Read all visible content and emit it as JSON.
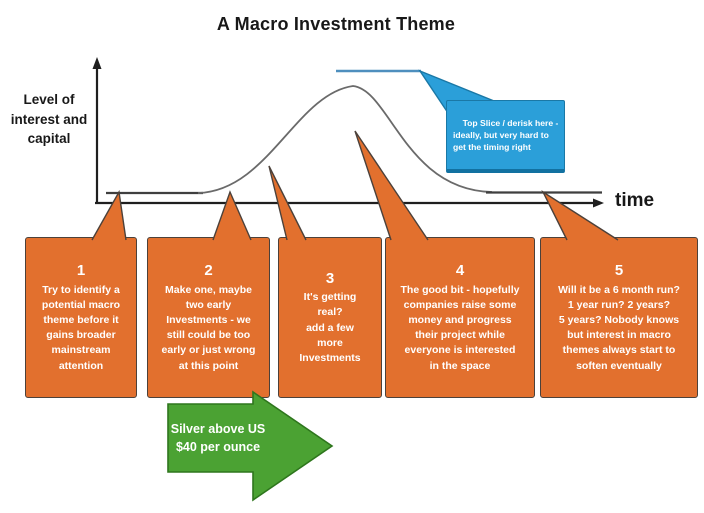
{
  "title": "A Macro Investment Theme",
  "axes": {
    "y_label": "Level of\ninterest and\ncapital",
    "x_label": "time"
  },
  "callouts": {
    "top_slice": {
      "text": "Top Slice / derisk here -\nideally, but very hard to\nget the timing right"
    },
    "steps": [
      {
        "number": "1",
        "text": "Try to identify a\npotential macro\ntheme before it\ngains broader\nmainstream\nattention"
      },
      {
        "number": "2",
        "text": "Make one, maybe\ntwo early\nInvestments - we\nstill could be too\nearly or just wrong\nat this point"
      },
      {
        "number": "3",
        "text": "It's getting\nreal?\nadd a few\nmore\nInvestments"
      },
      {
        "number": "4",
        "text": "The good bit - hopefully\ncompanies raise some\nmoney and progress\ntheir project while\neveryone is interested\nin the space"
      },
      {
        "number": "5",
        "text": "Will it be a 6 month run?\n1 year run? 2 years?\n5 years? Nobody knows\nbut interest in macro\nthemes always start to\nsoften eventually"
      }
    ]
  },
  "green_arrow": {
    "text": "Silver above US\n$40 per ounce"
  },
  "colors": {
    "orange_fill": "#E2702E",
    "orange_border": "#4C413A",
    "blue_fill": "#2B9FD9",
    "blue_border": "#1A78A6",
    "blue_top_line": "#4E8FBE",
    "green_fill": "#4BA233",
    "green_border": "#2E761D",
    "curve_gray": "#6A6A6A",
    "flat_segment": "#3F3F3F",
    "axis": "#1F1F1F",
    "text_on_shapes": "#FFFFFF"
  }
}
